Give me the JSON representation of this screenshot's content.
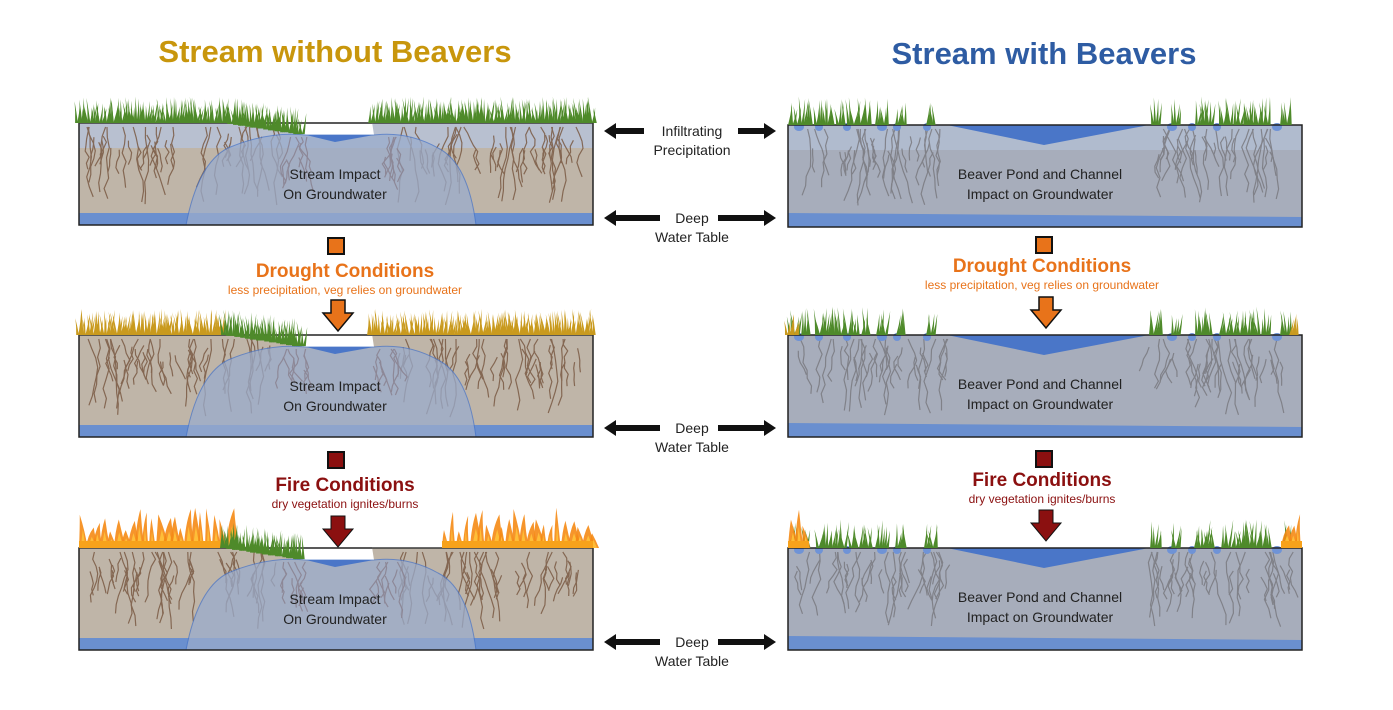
{
  "titles": {
    "left": "Stream without Beavers",
    "right": "Stream with Beavers"
  },
  "colors": {
    "title_left": "#c8960c",
    "title_right": "#2e5ca3",
    "drought": "#e8731a",
    "fire": "#8b1010",
    "water": "#4a76c8",
    "water_table": "#6a8fcf",
    "soil": "#bfb5a8",
    "topsoil": "#b8c0d0",
    "groundwater_zone": "#9aaccc",
    "beaver_groundwater": "#a7adbb",
    "grass": "#4e8a2a",
    "dry_grass": "#c99a1e",
    "roots_dry": "#7a5a44",
    "roots_wet": "#7a7a80",
    "flame": "#f58a14"
  },
  "middle_labels": {
    "infiltrating": [
      "Infiltrating",
      "Precipitation"
    ],
    "deep_water_table": [
      "Deep",
      "Water Table"
    ]
  },
  "conditions": {
    "drought": {
      "title": "Drought Conditions",
      "subtitle": "less precipitation, veg relies on groundwater"
    },
    "fire": {
      "title": "Fire Conditions",
      "subtitle": "dry vegetation ignites/burns"
    }
  },
  "box_labels": {
    "without": [
      "Stream Impact",
      "On Groundwater"
    ],
    "with": [
      "Beaver Pond and Channel",
      "Impact on Groundwater"
    ]
  },
  "rows": [
    {
      "state": "normal"
    },
    {
      "state": "drought"
    },
    {
      "state": "fire"
    }
  ]
}
